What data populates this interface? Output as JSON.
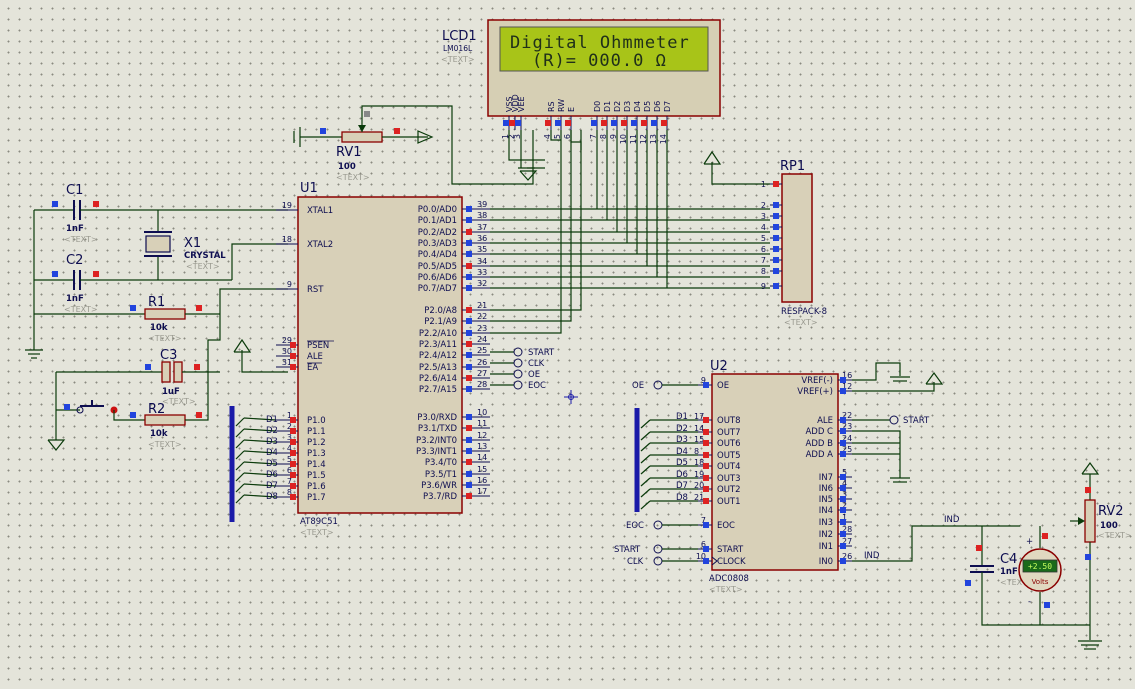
{
  "lcd": {
    "ref": "LCD1",
    "model": "LM016L",
    "text_tag": "<TEXT>",
    "line1": "Digital Ohmmeter",
    "line2": "(R)= 000.0 Ω",
    "pin_names": [
      "VSS",
      "VDD",
      "VEE",
      "RS",
      "RW",
      "E",
      "D0",
      "D1",
      "D2",
      "D3",
      "D4",
      "D5",
      "D6",
      "D7"
    ],
    "pin_numbers": [
      "1",
      "2",
      "3",
      "4",
      "5",
      "6",
      "7",
      "8",
      "9",
      "10",
      "11",
      "12",
      "13",
      "14"
    ]
  },
  "rv1": {
    "ref": "RV1",
    "value": "100",
    "text_tag": "<TEXT>"
  },
  "c1": {
    "ref": "C1",
    "value": "1nF",
    "text_tag": "<TEXT>"
  },
  "c2": {
    "ref": "C2",
    "value": "1nF",
    "text_tag": "<TEXT>"
  },
  "x1": {
    "ref": "X1",
    "value": "CRYSTAL",
    "text_tag": "<TEXT>"
  },
  "r1": {
    "ref": "R1",
    "value": "10k",
    "text_tag": "<TEXT>"
  },
  "c3": {
    "ref": "C3",
    "value": "1uF",
    "text_tag": "<TEXT>"
  },
  "r2": {
    "ref": "R2",
    "value": "10k",
    "text_tag": "<TEXT>"
  },
  "u1": {
    "ref": "U1",
    "model": "AT89C51",
    "text_tag": "<TEXT>",
    "left_pins": [
      {
        "name": "XTAL1",
        "num": "19"
      },
      {
        "name": "XTAL2",
        "num": "18"
      },
      {
        "name": "RST",
        "num": "9"
      },
      {
        "name": "PSEN",
        "num": "29"
      },
      {
        "name": "ALE",
        "num": "30"
      },
      {
        "name": "EA",
        "num": "31"
      },
      {
        "name": "P1.0",
        "num": "1"
      },
      {
        "name": "P1.1",
        "num": "2"
      },
      {
        "name": "P1.2",
        "num": "3"
      },
      {
        "name": "P1.3",
        "num": "4"
      },
      {
        "name": "P1.4",
        "num": "5"
      },
      {
        "name": "P1.5",
        "num": "6"
      },
      {
        "name": "P1.6",
        "num": "7"
      },
      {
        "name": "P1.7",
        "num": "8"
      }
    ],
    "right_pins": [
      {
        "name": "P0.0/AD0",
        "num": "39"
      },
      {
        "name": "P0.1/AD1",
        "num": "38"
      },
      {
        "name": "P0.2/AD2",
        "num": "37"
      },
      {
        "name": "P0.3/AD3",
        "num": "36"
      },
      {
        "name": "P0.4/AD4",
        "num": "35"
      },
      {
        "name": "P0.5/AD5",
        "num": "34"
      },
      {
        "name": "P0.6/AD6",
        "num": "33"
      },
      {
        "name": "P0.7/AD7",
        "num": "32"
      },
      {
        "name": "P2.0/A8",
        "num": "21"
      },
      {
        "name": "P2.1/A9",
        "num": "22"
      },
      {
        "name": "P2.2/A10",
        "num": "23"
      },
      {
        "name": "P2.3/A11",
        "num": "24"
      },
      {
        "name": "P2.4/A12",
        "num": "25"
      },
      {
        "name": "P2.5/A13",
        "num": "26"
      },
      {
        "name": "P2.6/A14",
        "num": "27"
      },
      {
        "name": "P2.7/A15",
        "num": "28"
      },
      {
        "name": "P3.0/RXD",
        "num": "10"
      },
      {
        "name": "P3.1/TXD",
        "num": "11"
      },
      {
        "name": "P3.2/INT0",
        "num": "12"
      },
      {
        "name": "P3.3/INT1",
        "num": "13"
      },
      {
        "name": "P3.4/T0",
        "num": "14"
      },
      {
        "name": "P3.5/T1",
        "num": "15"
      },
      {
        "name": "P3.6/WR",
        "num": "16"
      },
      {
        "name": "P3.7/RD",
        "num": "17"
      }
    ],
    "p1_nets": [
      "D1",
      "D2",
      "D3",
      "D4",
      "D5",
      "D6",
      "D7",
      "D8"
    ]
  },
  "terminals": {
    "start": "START",
    "clk": "CLK",
    "oe": "OE",
    "eoc": "EOC",
    "ind": "IND"
  },
  "rp1": {
    "ref": "RP1",
    "model": "RESPACK-8",
    "text_tag": "<TEXT>",
    "pins": [
      "1",
      "2",
      "3",
      "4",
      "5",
      "6",
      "7",
      "8",
      "9"
    ]
  },
  "u2": {
    "ref": "U2",
    "model": "ADC0808",
    "text_tag": "<TEXT>",
    "oe": {
      "name": "OE",
      "num": "9"
    },
    "outs": [
      {
        "name": "OUT8",
        "num": "17",
        "net": "D1"
      },
      {
        "name": "OUT7",
        "num": "14",
        "net": "D2"
      },
      {
        "name": "OUT6",
        "num": "15",
        "net": "D3"
      },
      {
        "name": "OUT5",
        "num": "8",
        "net": "D4"
      },
      {
        "name": "OUT4",
        "num": "18",
        "net": "D5"
      },
      {
        "name": "OUT3",
        "num": "19",
        "net": "D6"
      },
      {
        "name": "OUT2",
        "num": "20",
        "net": "D7"
      },
      {
        "name": "OUT1",
        "num": "21",
        "net": "D8"
      }
    ],
    "eoc": {
      "name": "EOC",
      "num": "7"
    },
    "start": {
      "name": "START",
      "num": "6"
    },
    "clock": {
      "name": "CLOCK",
      "num": "10"
    },
    "vrefm": {
      "name": "VREF(-)",
      "num": "16"
    },
    "vrefp": {
      "name": "VREF(+)",
      "num": "12"
    },
    "right_pins": [
      {
        "name": "ALE",
        "num": "22"
      },
      {
        "name": "ADD C",
        "num": "23"
      },
      {
        "name": "ADD B",
        "num": "24"
      },
      {
        "name": "ADD A",
        "num": "25"
      },
      {
        "name": "IN7",
        "num": "5"
      },
      {
        "name": "IN6",
        "num": "4"
      },
      {
        "name": "IN5",
        "num": "3"
      },
      {
        "name": "IN4",
        "num": "2"
      },
      {
        "name": "IN3",
        "num": "1"
      },
      {
        "name": "IN2",
        "num": "28"
      },
      {
        "name": "IN1",
        "num": "27"
      },
      {
        "name": "IN0",
        "num": "26"
      }
    ]
  },
  "rv2": {
    "ref": "RV2",
    "value": "100",
    "text_tag": "<TEXT>"
  },
  "c4": {
    "ref": "C4",
    "value": "1nF",
    "text_tag": "<TEXT>"
  },
  "voltmeter": {
    "reading": "+2.50",
    "unit": "Volts",
    "plus": "+",
    "minus": "-"
  }
}
